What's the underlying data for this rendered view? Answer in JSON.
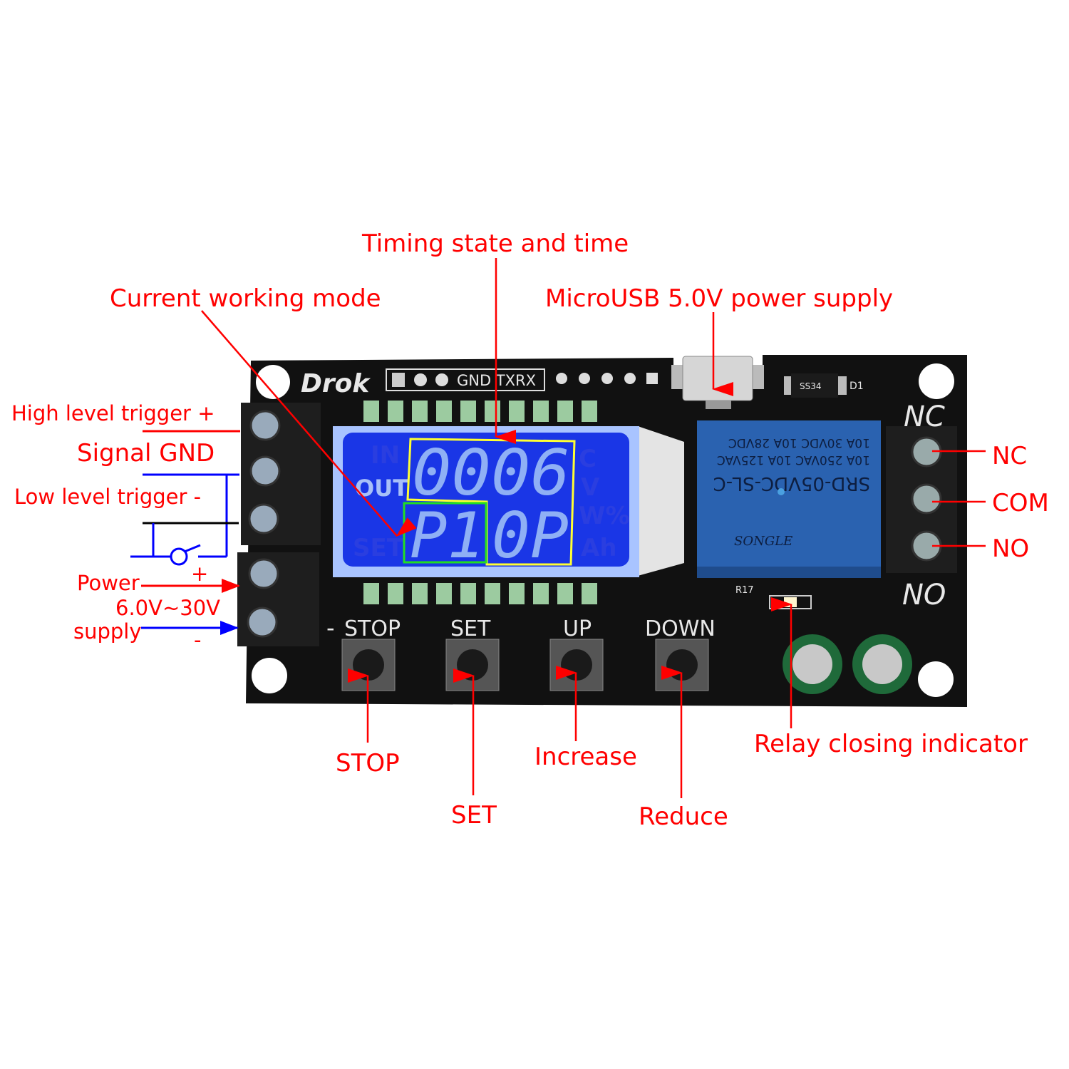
{
  "callouts": {
    "timing_state": "Timing state and time",
    "working_mode": "Current working mode",
    "microusb": "MicroUSB 5.0V power supply",
    "high_trigger": "High level  trigger +",
    "signal_gnd": "Signal GND",
    "low_trigger": "Low level  trigger -",
    "power": "Power",
    "voltage": "6.0V~30V",
    "supply": "supply",
    "plus": "+",
    "minus": "-",
    "nc": "NC",
    "com": "COM",
    "no": "NO",
    "stop": "STOP",
    "set": "SET",
    "increase": "Increase",
    "reduce": "Reduce",
    "relay_indicator": "Relay closing indicator"
  },
  "board": {
    "brand": "Drok",
    "header_label": "GND TXRX",
    "diode": "D1",
    "diode_part": "SS34",
    "resistor": "R17",
    "nc_silk": "NC",
    "no_silk": "NO",
    "buttons": [
      "STOP",
      "SET",
      "UP",
      "DOWN"
    ],
    "minus_silk": "-"
  },
  "lcd": {
    "top_digits": "0006",
    "mode": "P1",
    "state": "0P",
    "out_label": "OUT",
    "ghost_labels": [
      "IN",
      "SET",
      "C",
      "V",
      "W%",
      "Ah"
    ]
  },
  "relay": {
    "model": "SRD-05VDC-SL-C",
    "rating1": "10A 250VAC  10A 125VAC",
    "rating2": "10A 30VDC  10A 28VDC",
    "brand": "SONGLE"
  },
  "colors": {
    "annotation": "#ff0000",
    "wire_blue": "#0000ff",
    "lcd_blue": "#1a36e6",
    "highlight_yellow": "#ffff33",
    "highlight_green": "#22dd22",
    "relay_blue": "#2a62b0",
    "pcb": "#111111"
  }
}
